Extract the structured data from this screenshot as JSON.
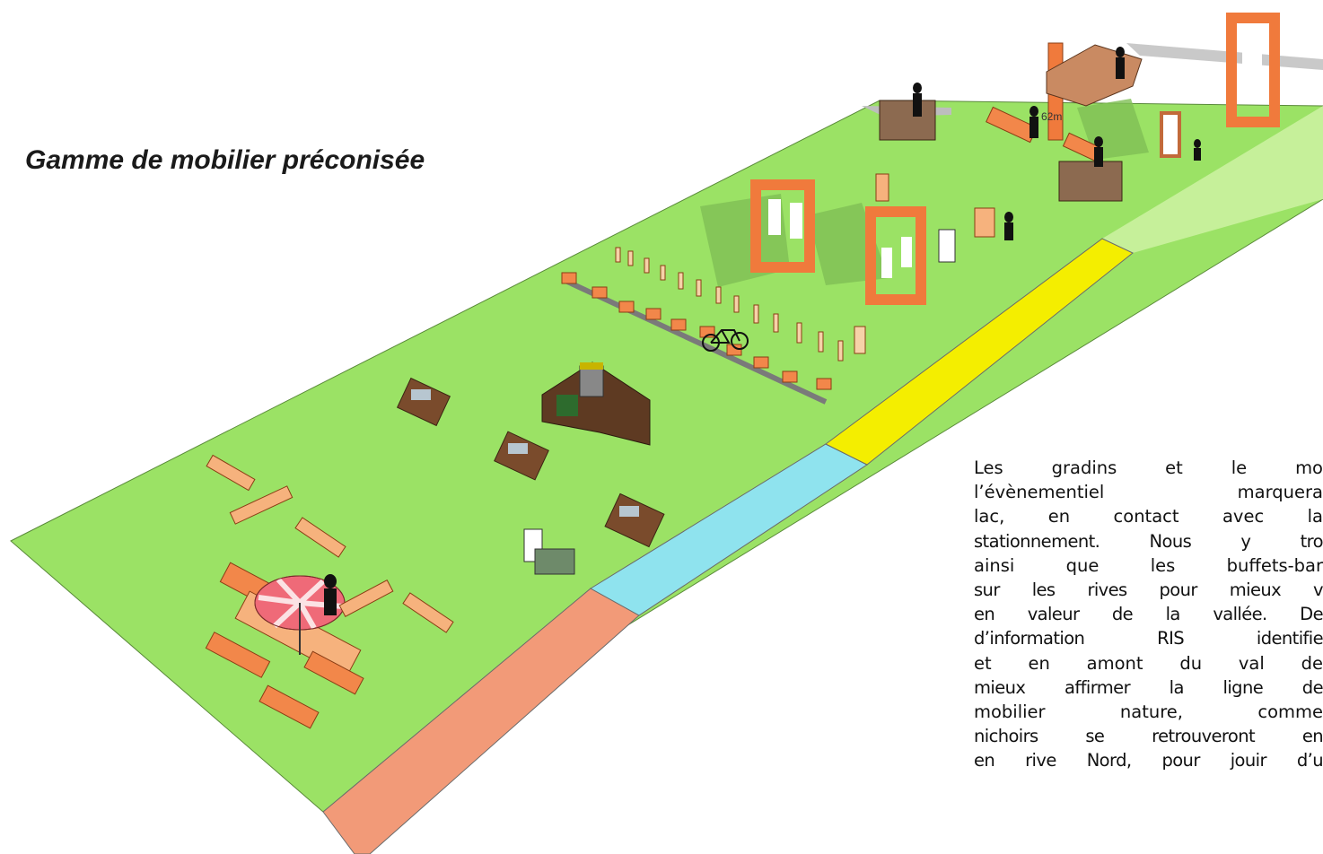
{
  "title": "Gamme de mobilier préconisée",
  "colors": {
    "ground": "#9be265",
    "ground_edge": "#c6f09a",
    "zone_orange": "#f29a78",
    "zone_cyan": "#8fe3ee",
    "zone_yellow": "#f4ee00",
    "wood": "#f2874a",
    "wood_light": "#f6b27d",
    "gabion": "#7a4b2c",
    "metal": "#9aa7b2"
  },
  "scale_label": "62m",
  "paragraph": {
    "lines": [
      "Les gradins et le mo",
      "l’évènementiel marquera",
      "lac, en contact avec la",
      "stationnement. Nous y tro",
      "ainsi que les buffets-bar",
      "sur les rives pour mieux v",
      "en valeur de la vallée. De",
      "d’information RIS identifie",
      "et en amont du val de",
      "mieux affirmer la ligne de",
      "mobilier nature, comme",
      "nichoirs se retrouveront en",
      "en rive Nord, pour jouir d’u"
    ]
  }
}
